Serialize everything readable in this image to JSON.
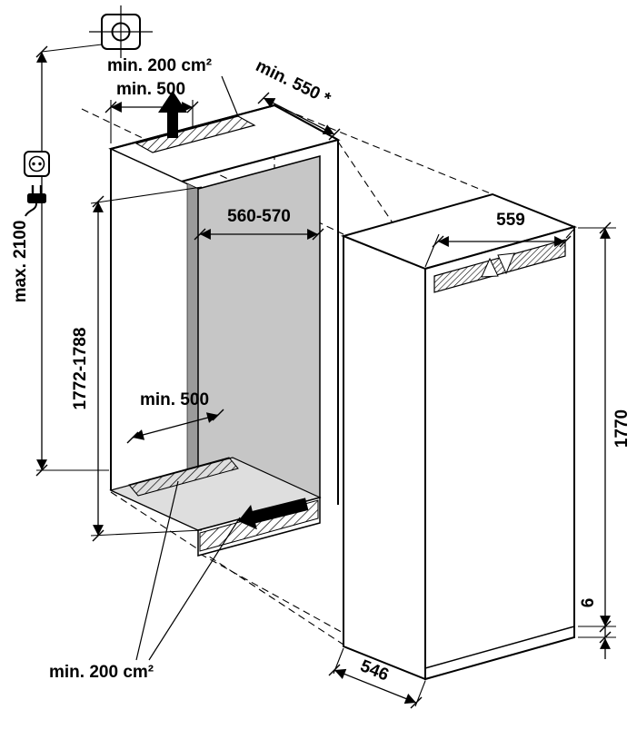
{
  "diagram": {
    "type": "appliance-installation-drawing",
    "dimensions": {
      "max_total_height": "max. 2100",
      "niche_height": "1772-1788",
      "niche_width": "560-570",
      "top_ventilation_area": "min. 200 cm²",
      "top_air_gap": "min. 500",
      "wall_distance": "min. 550 *",
      "floor_air_gap": "min. 500",
      "base_ventilation_area": "min. 200 cm²",
      "appliance_width": "559",
      "appliance_height": "1770",
      "appliance_depth": "546",
      "bottom_gap": "6"
    },
    "icons": {
      "registration_mark": "registration-mark-icon",
      "socket": "power-socket-icon",
      "plug": "power-plug-icon",
      "airflow_up": "airflow-up-arrow",
      "airflow_base": "airflow-left-arrow"
    },
    "colors": {
      "line": "#000000",
      "back_wall": "#c6c6c6",
      "side_wall_shadow": "#9a9a9a",
      "floor": "#dedede",
      "background": "#ffffff"
    }
  }
}
